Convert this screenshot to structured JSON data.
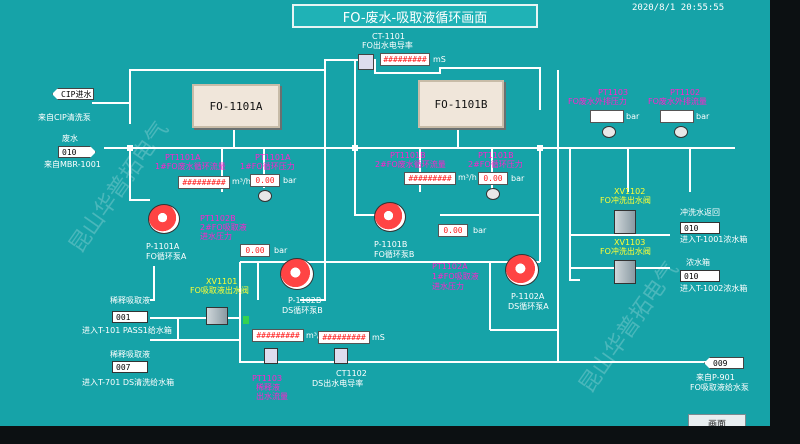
{
  "title": "FO-废水-吸取液循环画面",
  "datetime": "2020/8/1",
  "datetime_time": "20:55:55",
  "tanks": {
    "left": "FO-1101A",
    "right": "FO-1101B"
  },
  "ct1101": {
    "tag": "CT-1101",
    "desc": "FO出水电导率",
    "value": "#########",
    "unit": "mS"
  },
  "ct1102": {
    "tag": "CT1102",
    "desc": "DS出水电导率",
    "value": "#########",
    "unit": "mS"
  },
  "inlets": {
    "cip": {
      "label": "CIP进水",
      "source": "来自CIP清洗泵"
    },
    "waste": {
      "label": "废水",
      "code": "010",
      "source": "来自MBR-1001"
    }
  },
  "instruments": {
    "pt1101a": {
      "tag": "PT1101A",
      "desc": "1#FO废水循环流量",
      "value": "#########",
      "unit": "m³/h"
    },
    "pt1101a_p": {
      "tag": "PT1101A",
      "desc": "1#FO循环压力",
      "value": "0.00",
      "unit": "bar"
    },
    "pt1101b": {
      "tag": "PT1101B",
      "desc": "2#FO废水循环流量",
      "value": "#########",
      "unit": "m³/h"
    },
    "pt1101b_p": {
      "tag": "PT1101B",
      "desc": "2#FO循环压力",
      "value": "0.00",
      "unit": "bar"
    },
    "pt1102b": {
      "tag": "PT1102B",
      "desc1": "2#FO吸取液",
      "desc2": "进水压力",
      "value": "0.00",
      "unit": "bar"
    },
    "pt1102a": {
      "tag": "PT1102A",
      "desc1": "1#FO吸取液",
      "desc2": "进水压力",
      "value": "0.00",
      "unit": "bar"
    },
    "pt1103_flow": {
      "tag": "PT1103",
      "desc1": "稀释液",
      "desc2": "出水流量",
      "value": "#########",
      "unit": "m³/h"
    },
    "pt1103": {
      "tag": "PT1103",
      "desc": "FO废水外排压力",
      "unit": "bar"
    },
    "pt1102": {
      "tag": "PT1102",
      "desc": "FO废水外排流量",
      "unit": "bar"
    }
  },
  "pumps": {
    "p1101a": {
      "tag": "P-1101A",
      "desc": "FO循环泵A"
    },
    "p1101b": {
      "tag": "P-1101B",
      "desc": "FO循环泵B"
    },
    "p1102b": {
      "tag": "P-1102B",
      "desc": "DS循环泵B"
    },
    "p1102a": {
      "tag": "P-1102A",
      "desc": "DS循环泵A"
    }
  },
  "valves": {
    "xv1101": {
      "tag": "XV1101",
      "desc": "FO吸取液出水阀"
    },
    "xv1102": {
      "tag": "XV1102",
      "desc": "FO冲洗出水阀"
    },
    "xv1103": {
      "tag": "XV1103",
      "desc": "FO冲洗出水阀"
    }
  },
  "left_lines": {
    "dilute1": {
      "label": "稀释吸取液",
      "code": "001",
      "dest": "进入T-101 PASS1给水箱"
    },
    "dilute2": {
      "label": "稀释吸取液",
      "code": "007",
      "dest": "进入T-701 DS清洗给水箱"
    }
  },
  "right_lines": {
    "flush_return": {
      "label": "冲洗水返回",
      "code": "010",
      "dest": "进入T-1001浓水箱"
    },
    "concentrate": {
      "label": "浓水箱",
      "code": "010",
      "dest": "进入T-1002浓水箱"
    },
    "p901": {
      "code": "009",
      "source1": "来自P-901",
      "source2": "FO吸取液给水泵"
    }
  },
  "button": "画面",
  "watermark": "昆山华普拓电气",
  "colors": {
    "screen": "#16a3a8",
    "pipe": "#ffffff",
    "alarm_text": "#ff22cc",
    "valve_text": "#ffff33",
    "display_text": "#ff2020"
  }
}
